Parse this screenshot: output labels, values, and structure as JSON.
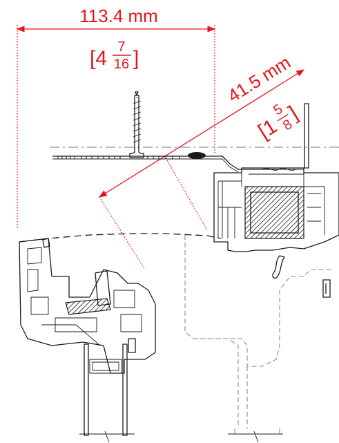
{
  "dimensions": {
    "width": {
      "metric": "113.4 mm",
      "imperial_prefix": "[4",
      "imperial_num": "7",
      "imperial_den": "16",
      "imperial_suffix": "]"
    },
    "diagonal": {
      "metric": "41.5 mm",
      "imperial_prefix": "[1",
      "imperial_num": "5",
      "imperial_den": "8",
      "imperial_suffix": "]"
    }
  },
  "colors": {
    "dimension": "#e8141c",
    "line": "#1a1a1a",
    "hidden": "#888888"
  }
}
